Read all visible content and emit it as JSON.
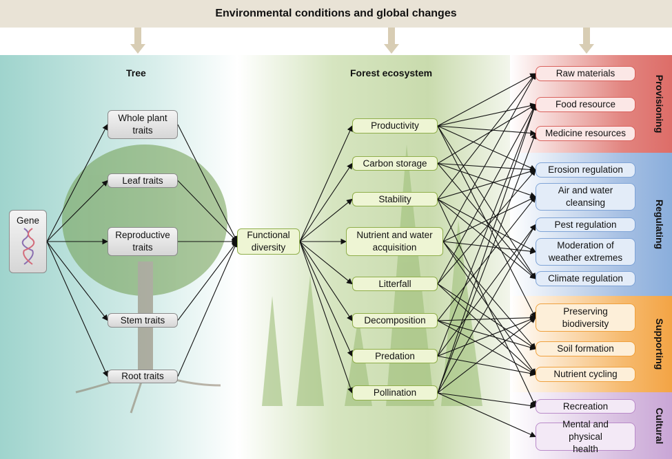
{
  "banner": {
    "title": "Environmental conditions and global changes"
  },
  "tree": {
    "title": "Tree",
    "gene": "Gene",
    "whole": "Whole plant traits",
    "leaf": "Leaf traits",
    "repro": "Reproductive traits",
    "stem": "Stem traits",
    "root": "Root traits"
  },
  "functional": "Functional diversity",
  "forest": {
    "title": "Forest ecosystem",
    "productivity": "Productivity",
    "carbon": "Carbon storage",
    "stability": "Stability",
    "nutrient": "Nutrient and water acquisition",
    "litterfall": "Litterfall",
    "decomposition": "Decomposition",
    "predation": "Predation",
    "pollination": "Pollination"
  },
  "services": {
    "provisioning": {
      "label": "Provisioning",
      "raw": "Raw materials",
      "food": "Food resource",
      "medicine": "Medicine resources"
    },
    "regulating": {
      "label": "Regulating",
      "erosion": "Erosion regulation",
      "air": "Air and water cleansing",
      "pest": "Pest regulation",
      "weather": "Moderation of weather extremes",
      "climate": "Climate regulation"
    },
    "supporting": {
      "label": "Supporting",
      "biodiv": "Preserving biodiversity",
      "soil": "Soil formation",
      "cycling": "Nutrient cycling"
    },
    "cultural": {
      "label": "Cultural",
      "recreation": "Recreation",
      "health": "Mental and physical health"
    }
  },
  "colors": {
    "provisioning": "#dd6d68",
    "regulating": "#8aaedc",
    "supporting": "#f3a445",
    "cultural": "#c9a6d6"
  },
  "edges": [
    [
      "gene",
      "whole"
    ],
    [
      "gene",
      "leaf"
    ],
    [
      "gene",
      "repro"
    ],
    [
      "gene",
      "stem"
    ],
    [
      "gene",
      "root"
    ],
    [
      "whole",
      "func"
    ],
    [
      "leaf",
      "func"
    ],
    [
      "repro",
      "func"
    ],
    [
      "stem",
      "func"
    ],
    [
      "root",
      "func"
    ],
    [
      "func",
      "productivity"
    ],
    [
      "func",
      "carbon"
    ],
    [
      "func",
      "stability"
    ],
    [
      "func",
      "nutrient"
    ],
    [
      "func",
      "litterfall"
    ],
    [
      "func",
      "decomposition"
    ],
    [
      "func",
      "predation"
    ],
    [
      "func",
      "pollination"
    ],
    [
      "productivity",
      "raw"
    ],
    [
      "productivity",
      "food"
    ],
    [
      "productivity",
      "medicine"
    ],
    [
      "productivity",
      "erosion"
    ],
    [
      "productivity",
      "climate"
    ],
    [
      "productivity",
      "biodiv"
    ],
    [
      "carbon",
      "erosion"
    ],
    [
      "carbon",
      "air"
    ],
    [
      "carbon",
      "climate"
    ],
    [
      "carbon",
      "food"
    ],
    [
      "stability",
      "raw"
    ],
    [
      "stability",
      "weather"
    ],
    [
      "stability",
      "climate"
    ],
    [
      "stability",
      "erosion"
    ],
    [
      "stability",
      "recreation"
    ],
    [
      "nutrient",
      "air"
    ],
    [
      "nutrient",
      "soil"
    ],
    [
      "nutrient",
      "cycling"
    ],
    [
      "nutrient",
      "raw"
    ],
    [
      "nutrient",
      "weather"
    ],
    [
      "litterfall",
      "soil"
    ],
    [
      "litterfall",
      "cycling"
    ],
    [
      "litterfall",
      "erosion"
    ],
    [
      "litterfall",
      "food"
    ],
    [
      "decomposition",
      "soil"
    ],
    [
      "decomposition",
      "cycling"
    ],
    [
      "decomposition",
      "biodiv"
    ],
    [
      "decomposition",
      "air"
    ],
    [
      "predation",
      "pest"
    ],
    [
      "predation",
      "biodiv"
    ],
    [
      "predation",
      "food"
    ],
    [
      "predation",
      "cycling"
    ],
    [
      "pollination",
      "food"
    ],
    [
      "pollination",
      "medicine"
    ],
    [
      "pollination",
      "biodiv"
    ],
    [
      "pollination",
      "recreation"
    ],
    [
      "pollination",
      "health"
    ],
    [
      "pollination",
      "pest"
    ]
  ]
}
